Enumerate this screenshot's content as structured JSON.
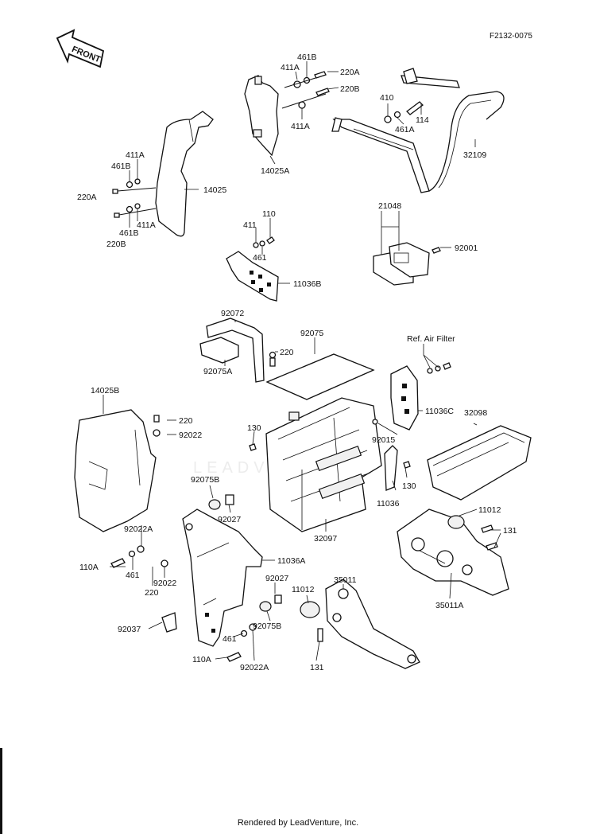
{
  "diagram_code": "F2132-0075",
  "front_label": "FRONT",
  "watermark": "LEADVENTURE",
  "footer": "Rendered by LeadVenture, Inc.",
  "reference_note": "Ref. Air Filter",
  "callouts": {
    "c461B_top": "461B",
    "c411A_top": "411A",
    "c220A_top": "220A",
    "c220B_top": "220B",
    "c411A_mid": "411A",
    "c14025A": "14025A",
    "c410": "410",
    "c461A": "461A",
    "c114": "114",
    "c32109": "32109",
    "c411A_l1": "411A",
    "c461B_l1": "461B",
    "c220A_l": "220A",
    "c14025": "14025",
    "c220B_l": "220B",
    "c461B_l2": "461B",
    "c411A_l2": "411A",
    "c110": "110",
    "c411": "411",
    "c461": "461",
    "c11036B": "11036B",
    "c21048": "21048",
    "c92001": "92001",
    "c92072": "92072",
    "c92075": "92075",
    "c220_mid": "220",
    "c92075A": "92075A",
    "c14025B": "14025B",
    "c220_a": "220",
    "c92022_a": "92022",
    "c130_l": "130",
    "c11036C": "11036C",
    "c32098": "32098",
    "c92015": "92015",
    "c130_r": "130",
    "c11036": "11036",
    "c92075B_top": "92075B",
    "c92027_top": "92027",
    "c32097": "32097",
    "c11012_r": "11012",
    "c131_r": "131",
    "c92022A_top": "92022A",
    "c110A_top": "110A",
    "c461_b1": "461",
    "c220_b": "220",
    "c92022_b": "92022",
    "c11036A": "11036A",
    "c92027_b": "92027",
    "c11012_m": "11012",
    "c35011": "35011",
    "c35011A": "35011A",
    "c92075B_b": "92075B",
    "c92037": "92037",
    "c461_b2": "461",
    "c110A_b": "110A",
    "c92022A_b": "92022A",
    "c131_b": "131"
  }
}
